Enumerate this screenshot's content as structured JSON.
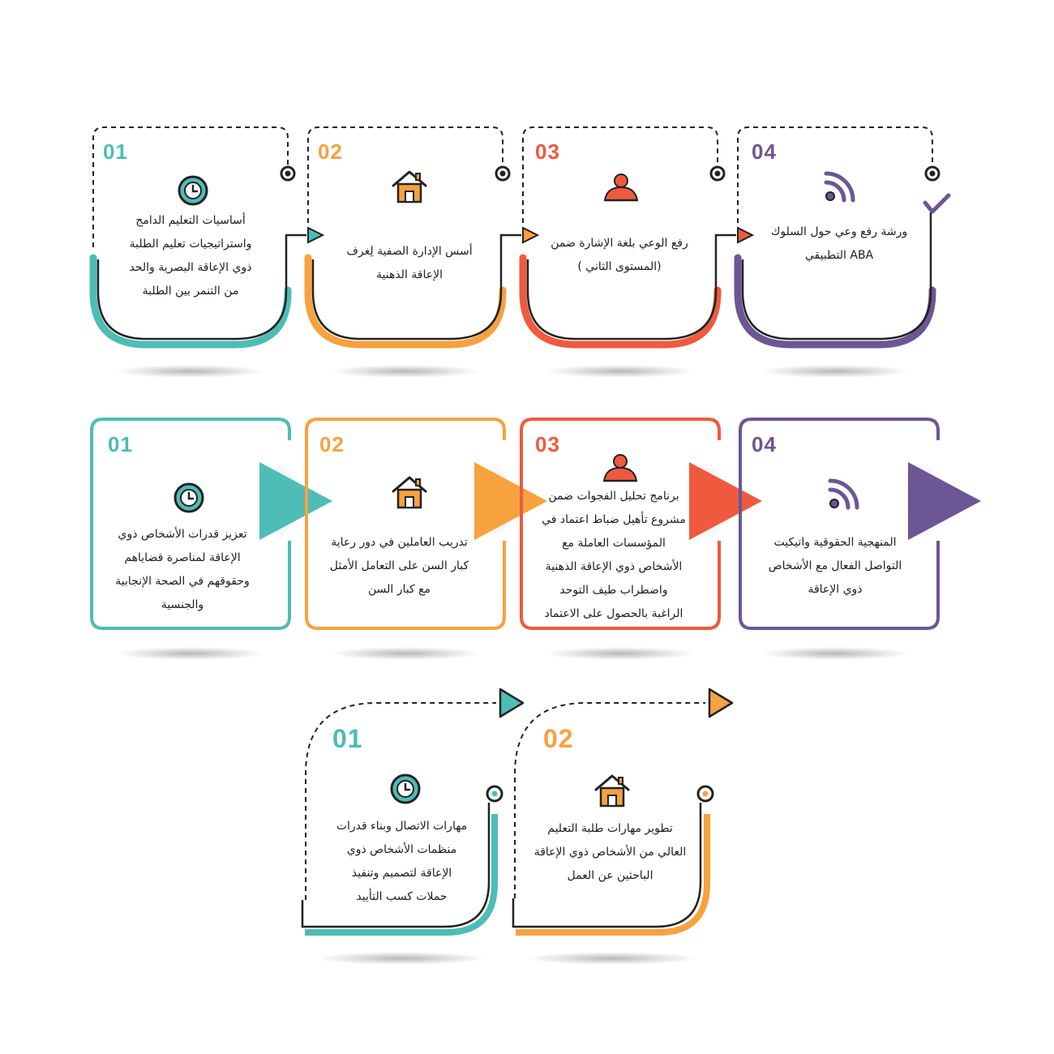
{
  "colors": {
    "teal": "#4dbdb5",
    "orange": "#f8a13f",
    "red": "#ef5a3f",
    "purple": "#6c5694",
    "ink": "#1d1d1d"
  },
  "row1": [
    {
      "num": "01",
      "icon": "clock-icon",
      "text": "أساسيات التعليم الدامج\nواستراتيجيات تعليم الطلبة\nذوي الإعاقة البصرية والحد\nمن التنمر بين الطلبة"
    },
    {
      "num": "02",
      "icon": "house-icon",
      "text": "أسس الإدارة الصفية لِغرف\nالإعاقة الذهنية"
    },
    {
      "num": "03",
      "icon": "user-icon",
      "text": "رفع الوعي بلغة الإشارة ضمن\n(المستوى الثاني )"
    },
    {
      "num": "04",
      "icon": "rss-icon",
      "text": "ورشة رفع وعي حول السلوك\nABA التطبيقي"
    }
  ],
  "row2": [
    {
      "num": "01",
      "icon": "clock-icon",
      "text": "تعزيز قدرات الأشخاص ذوي\nالإعاقة لمناصرة قضاياهم\nوحقوقهم في الصحة الإنجابية\nوالجنسية"
    },
    {
      "num": "02",
      "icon": "house-icon",
      "text": "تدريب العاملين في دور رعاية\nكبار السن على التعامل الأمثل\nمع كبار السن"
    },
    {
      "num": "03",
      "icon": "user-icon",
      "text": "برنامج تحليل الفجوات ضمن\nمشروع تأهيل ضباط اعتماد في\nالمؤسسات العاملة مع\nالأشخاص ذوي الإعاقة الذهنية\nواضطراب طيف التوحد\nالراغبة بالحصول على الاعتماد"
    },
    {
      "num": "04",
      "icon": "rss-icon",
      "text": "المنهجية الحقوقية واتيكيت\nالتواصل الفعال مع الأشخاص\nذوي الإعاقة"
    }
  ],
  "row3": [
    {
      "num": "01",
      "icon": "clock-icon",
      "text": "مهارات الاتصال وبناء قدرات\nمنظمات الأشخاص ذوي\nالإعاقة لتصميم وتنفيذ\nحملات كسب التأييد"
    },
    {
      "num": "02",
      "icon": "house-icon",
      "text": "تطوير مهارات طلبة التعليم\nالعالي من الأشخاص ذوي الإعاقة\nالباحثين عن العمل"
    }
  ]
}
